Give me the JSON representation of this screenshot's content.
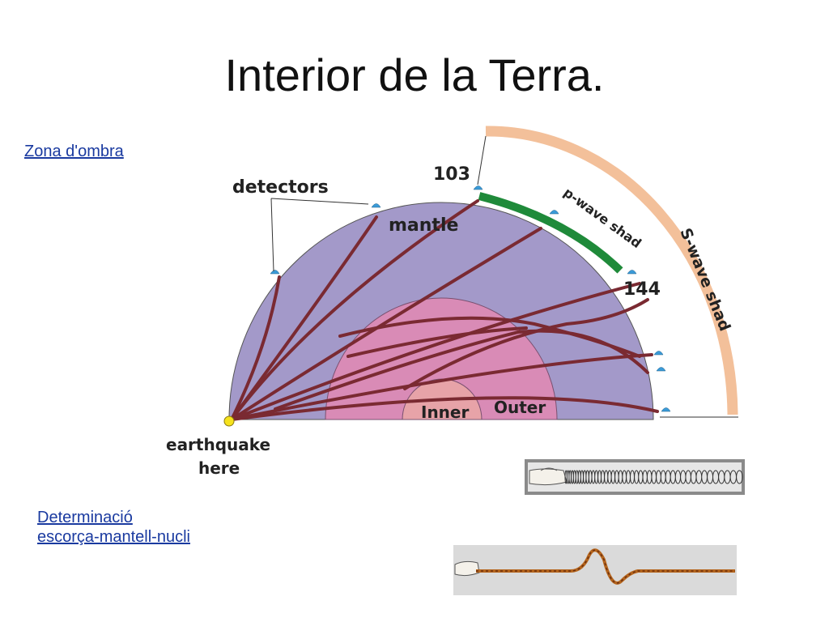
{
  "slide": {
    "title": "Interior de la Terra."
  },
  "links": {
    "zona_ombra": "Zona d'ombra",
    "determinacio": "Determinació escorça-mantell-nucli"
  },
  "diagram": {
    "labels": {
      "detectors": "detectors",
      "mantle": "mantle",
      "angle_103": "103",
      "angle_144": "144",
      "p_wave": "p-wave shad",
      "s_wave": "S-wave shad",
      "inner": "Inner",
      "outer": "Outer",
      "earthquake_line1": "earthquake",
      "earthquake_line2": "here"
    },
    "colors": {
      "mantle": "#a399c9",
      "outer_core": "#d98bb6",
      "inner_core": "#e7a3a8",
      "rays": "#7a2a32",
      "p_shadow": "#1f8a3a",
      "s_shadow": "#f3c09a",
      "detector": "#3b9bd8",
      "epicenter": "#f6e21c"
    }
  },
  "images": {
    "spring": "spring-compression-wave-photo",
    "rope": "rope-transverse-wave-photo"
  }
}
